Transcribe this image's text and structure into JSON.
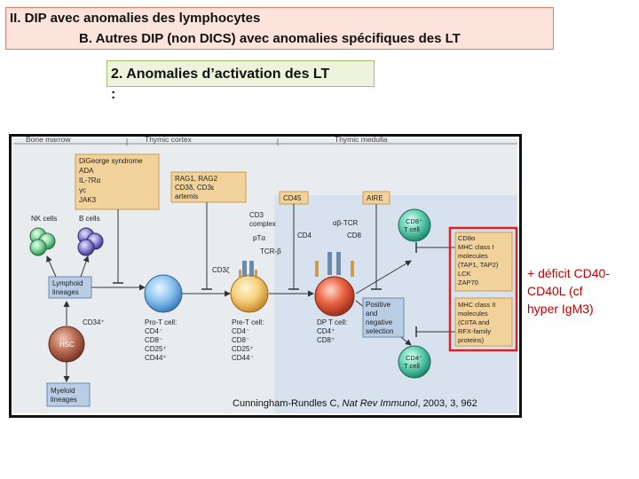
{
  "header": {
    "line1": "II. DIP avec anomalies des lymphocytes",
    "line2": "B. Autres DIP (non DICS) avec anomalies spécifiques des LT"
  },
  "subheading": {
    "text": "2. Anomalies d’activation des LT",
    "colon": ":"
  },
  "diagram": {
    "regions": [
      "Bone marrow",
      "Thymic cortex",
      "Thymic medulla"
    ],
    "boxes": {
      "digeorge": [
        "DiGeorge syndrome",
        "ADA",
        "IL-7Rα",
        "γc",
        "JAK3"
      ],
      "rag": [
        "RAG1, RAG2",
        "CD3δ, CD3ε",
        "artemis"
      ],
      "cd45": "CD45",
      "aire": "AIRE",
      "cd8_defects": [
        "CD8α",
        "MHC class I",
        "molecules",
        "(TAP1, TAP2)",
        "LCK",
        "ZAP70"
      ],
      "mhc2_defects": [
        "MHC class II",
        "molecules",
        "(CIITA and",
        "RFX-family",
        "proteins)"
      ],
      "selection": [
        "Positive",
        "and",
        "negative",
        "selection"
      ],
      "lymphoid": [
        "Lymphoid",
        "lineages"
      ],
      "myeloid": [
        "Myeloid",
        "lineages"
      ]
    },
    "labels": {
      "nk": "NK cells",
      "b": "B cells",
      "hsc": "HSC",
      "cd34": "CD34⁺",
      "cd3_complex": [
        "CD3",
        "complex"
      ],
      "ptalpha": "pTα",
      "tcr_beta": "TCR-β",
      "cd3zeta": "CD3ζ",
      "ab_tcr": "αβ-TCR",
      "cd4": "CD4",
      "cd8": "CD8",
      "cd8_tcell": [
        "CD8⁺",
        "T cell"
      ],
      "cd4_tcell": [
        "CD4⁺",
        "T cell"
      ]
    },
    "cell_labels": {
      "pro_t": [
        "Pro-T cell:",
        "CD4⁻",
        "CD8⁻",
        "CD25⁺",
        "CD44⁺"
      ],
      "pre_t": [
        "Pre-T cell:",
        "CD4⁻",
        "CD8⁻",
        "CD25⁺",
        "CD44⁻"
      ],
      "dp_t": [
        "DP T cell:",
        "CD4⁺",
        "CD8⁺"
      ]
    },
    "colors": {
      "box_fill": "#f2d29b",
      "box_stroke": "#c99a52",
      "medulla_fill": "#c5d7ea",
      "lineage_fill": "#b9cde4",
      "highlight": "#e02020"
    }
  },
  "note": "+ déficit CD40-\nCD40L (cf\nhyper IgM3)",
  "citation": {
    "authors": "Cunningham-Rundles C, ",
    "journal": "Nat Rev Immunol",
    "rest": ", 2003, 3, 962"
  }
}
